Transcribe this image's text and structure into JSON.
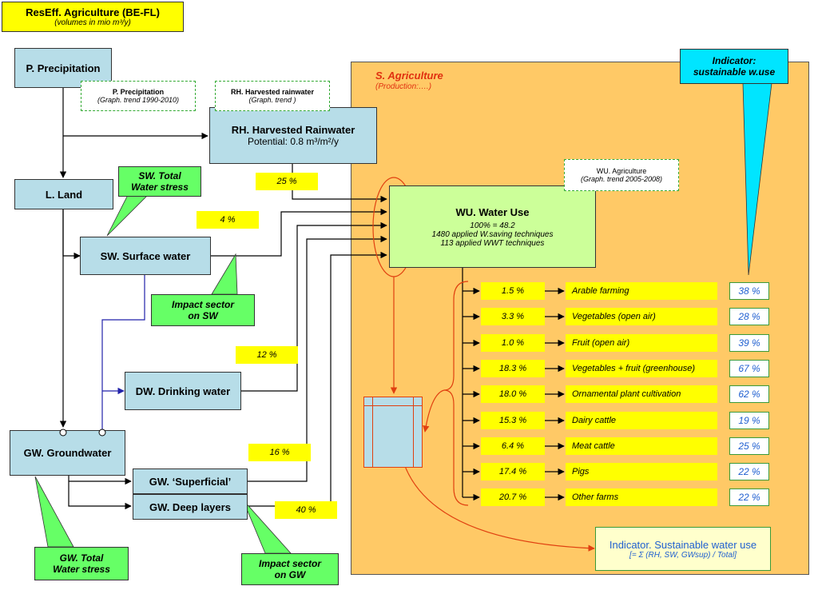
{
  "header": {
    "title": "ResEff. Agriculture (BE-FL)",
    "subtitle": "(volumes in mio m³/y)"
  },
  "nodes": {
    "precipitation": "P. Precipitation",
    "land": "L. Land",
    "surface_water": "SW. Surface water",
    "drinking_water": "DW. Drinking water",
    "groundwater": "GW. Groundwater",
    "gw_superficial": "GW. ‘Superficial’",
    "gw_deep": "GW. Deep layers",
    "harvested": {
      "title": "RH. Harvested Rainwater",
      "subtitle": "Potential: 0.8 m³/m²/y"
    },
    "water_use": {
      "title": "WU. Water Use",
      "line1": "100% = 48.2",
      "line2": "1480 applied W.saving techniques",
      "line3": "113 applied WWT techniques"
    }
  },
  "notes": {
    "precip_trend": {
      "title": "P. Precipitation",
      "sub": "(Graph. trend 1990-2010)"
    },
    "rh_trend": {
      "title": "RH. Harvested rainwater",
      "sub": "(Graph. trend )"
    },
    "wu_trend": {
      "title": "WU. Agriculture",
      "sub": "(Graph. trend 2005-2008)"
    }
  },
  "callouts": {
    "sw_stress": {
      "line1": "SW. Total",
      "line2": "Water stress"
    },
    "impact_sw": {
      "line1": "Impact sector",
      "line2": "on SW"
    },
    "gw_stress": {
      "line1": "GW. Total",
      "line2": "Water stress"
    },
    "impact_gw": {
      "line1": "Impact sector",
      "line2": "on GW"
    },
    "indicator_top": {
      "line1": "Indicator:",
      "line2": "sustainable w.use"
    }
  },
  "flow_percentages": {
    "rh": "25 %",
    "sw": "4 %",
    "dw": "12 %",
    "gw_superficial": "16 %",
    "gw_deep": "40 %"
  },
  "sector": {
    "title": "S. Agriculture",
    "subtitle": "(Production:….)"
  },
  "uses": [
    {
      "share": "1.5 %",
      "label": "Arable farming",
      "indicator": "38 %"
    },
    {
      "share": "3.3 %",
      "label": "Vegetables (open air)",
      "indicator": "28 %"
    },
    {
      "share": "1.0 %",
      "label": "Fruit (open air)",
      "indicator": "39 %"
    },
    {
      "share": "18.3 %",
      "label": "Vegetables + fruit (greenhouse)",
      "indicator": "67 %"
    },
    {
      "share": "18.0 %",
      "label": "Ornamental plant cultivation",
      "indicator": "62 %"
    },
    {
      "share": "15.3 %",
      "label": "Dairy cattle",
      "indicator": "19 %"
    },
    {
      "share": "6.4 %",
      "label": "Meat cattle",
      "indicator": "25 %"
    },
    {
      "share": "17.4 %",
      "label": "Pigs",
      "indicator": "22 %"
    },
    {
      "share": "20.7 %",
      "label": "Other farms",
      "indicator": "22 %"
    }
  ],
  "indicator_bottom": {
    "title": "Indicator. Sustainable water use",
    "formula": "[= Σ (RH, SW, GWsup) / Total]"
  },
  "colors": {
    "node_fill": "#b7dde8",
    "sector_fill": "#ffc966",
    "water_use_fill": "#ccff99",
    "percent_fill": "#ffff00",
    "callout_fill": "#66ff66",
    "indicator_fill": "#00e5ff",
    "arrow_red": "#e04010"
  }
}
